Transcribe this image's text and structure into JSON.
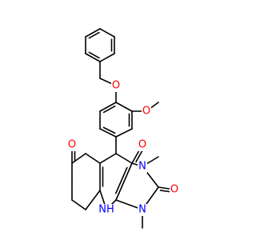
{
  "molecule": {
    "atom_labels": {
      "ether_o_benzyloxy": "O",
      "ether_o_methoxy": "O",
      "ketone_o": "O",
      "carbonyl_o_4": "O",
      "carbonyl_o_2": "O",
      "amide_n_3": "N",
      "amide_n_1": "N",
      "amine_nh": "NH"
    }
  },
  "colors": {
    "bond": "#000000",
    "oxygen": "#ff0000",
    "nitrogen": "#0000ff"
  }
}
